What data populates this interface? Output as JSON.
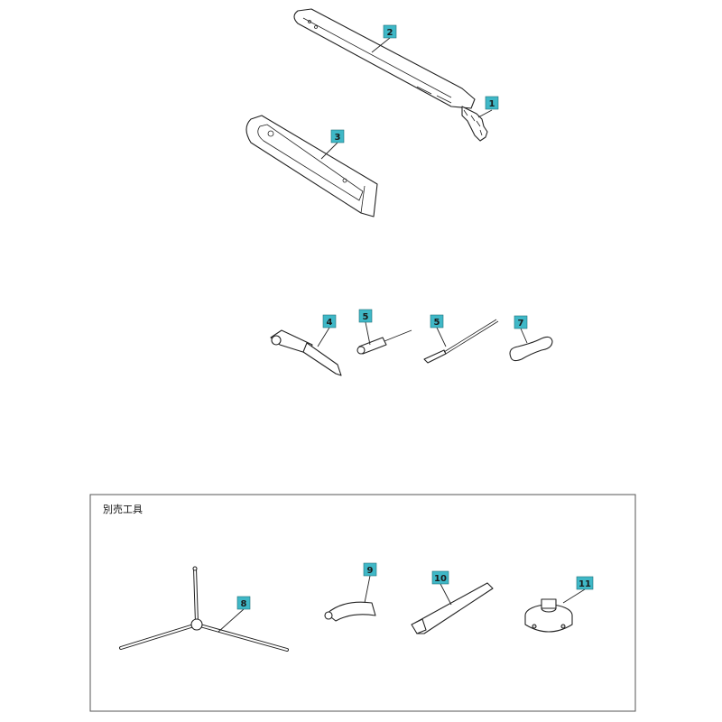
{
  "callouts": {
    "c1": "1",
    "c2": "2",
    "c3": "3",
    "c4": "4",
    "c5a": "5",
    "c5b": "5",
    "c7": "7",
    "c8": "8",
    "c9": "9",
    "c10": "10",
    "c11": "11"
  },
  "optional_tools": {
    "title": "別売工具"
  },
  "colors": {
    "callout_fill": "#3fb8c7",
    "line": "#222222"
  }
}
